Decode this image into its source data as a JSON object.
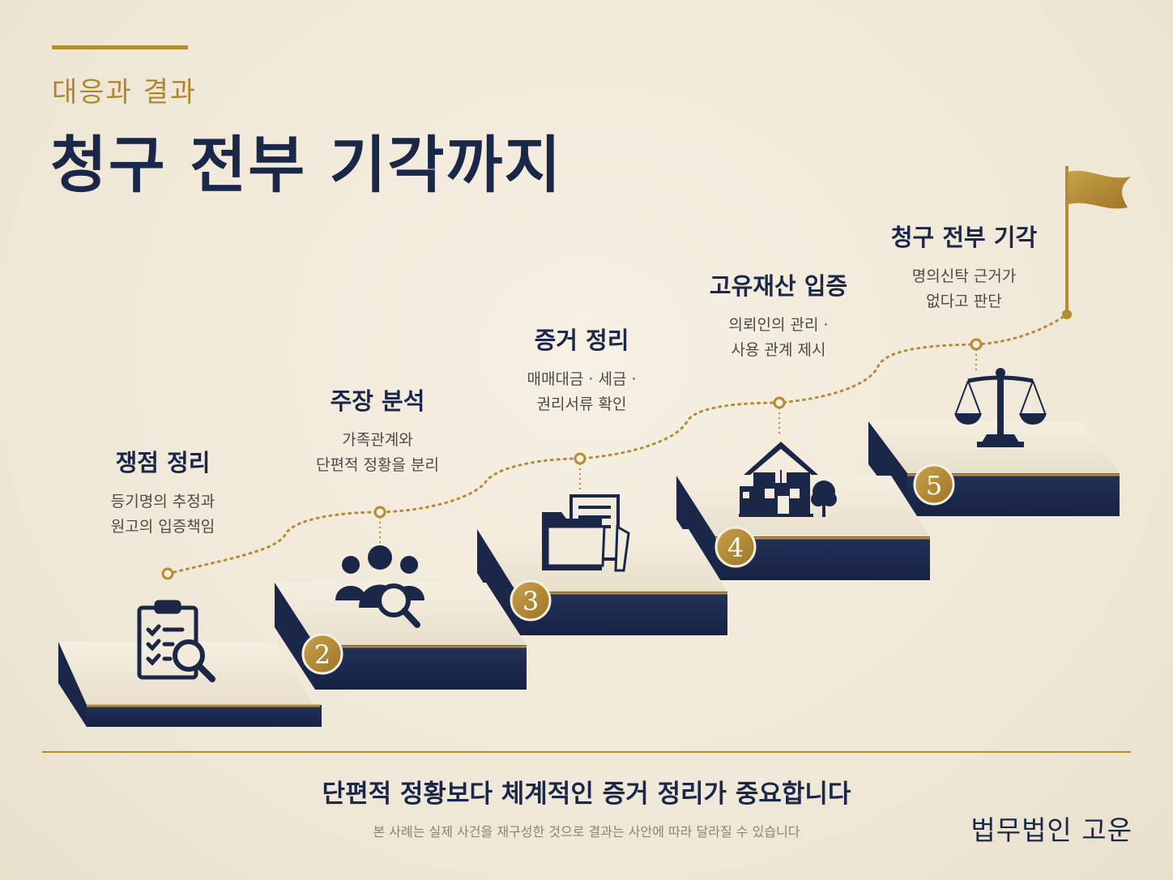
{
  "header": {
    "kicker": "대응과 결과",
    "title": "청구 전부 기각까지"
  },
  "steps": [
    {
      "number": "",
      "title": "쟁점 정리",
      "desc_line1": "등기명의 추정과",
      "desc_line2": "원고의 입증책임",
      "icon": "clipboard-search-icon"
    },
    {
      "number": "2",
      "title": "주장 분석",
      "desc_line1": "가족관계와",
      "desc_line2": "단편적 정황을 분리",
      "icon": "people-search-icon"
    },
    {
      "number": "3",
      "title": "증거 정리",
      "desc_line1": "매매대금 · 세금 ·",
      "desc_line2": "권리서류 확인",
      "icon": "document-folder-icon"
    },
    {
      "number": "4",
      "title": "고유재산 입증",
      "desc_line1": "의뢰인의 관리 ·",
      "desc_line2": "사용 관계 제시",
      "icon": "house-icon"
    },
    {
      "number": "5",
      "title": "청구 전부 기각",
      "desc_line1": "명의신탁 근거가",
      "desc_line2": "없다고 판단",
      "icon": "scales-icon"
    }
  ],
  "footer": {
    "tagline": "단편적 정황보다 체계적인 증거 정리가 중요합니다",
    "disclaimer": "본 사례는 실제 사건을 재구성한 것으로 결과는 사안에 따라 달라질 수 있습니다",
    "firm": "법무법인 고운"
  },
  "colors": {
    "navy": "#1b2748",
    "gold": "#b68b32",
    "background": "#f1eadb"
  }
}
